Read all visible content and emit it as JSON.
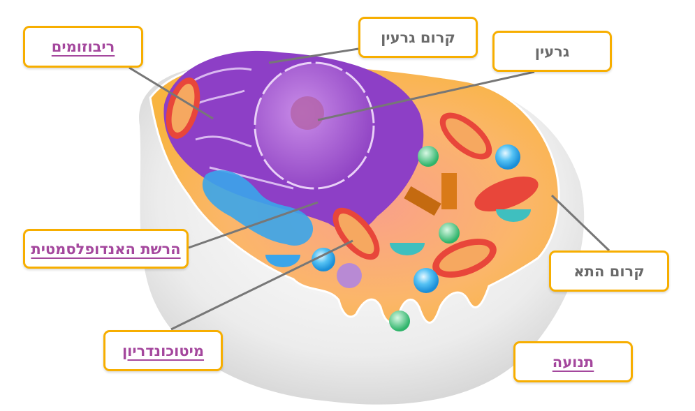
{
  "labels": {
    "ribosomes": "ריבוזומים",
    "nuclear_membrane": "קרום גרעין",
    "nucleus": "גרעין",
    "endoplasmic_reticulum": "הרשת האנדופלסמטית",
    "mitochondrion": "מיטוכונדריון",
    "cell_membrane": "קרום התא",
    "movement": "תנועה"
  },
  "colors": {
    "label_border": "#f7ae00",
    "link_text": "#a4479d",
    "plain_text": "#6a6a6a",
    "nucleus": "#9b4fd0",
    "cytoplasm": "#f9b54c",
    "mitochondria": "#e8463a"
  }
}
